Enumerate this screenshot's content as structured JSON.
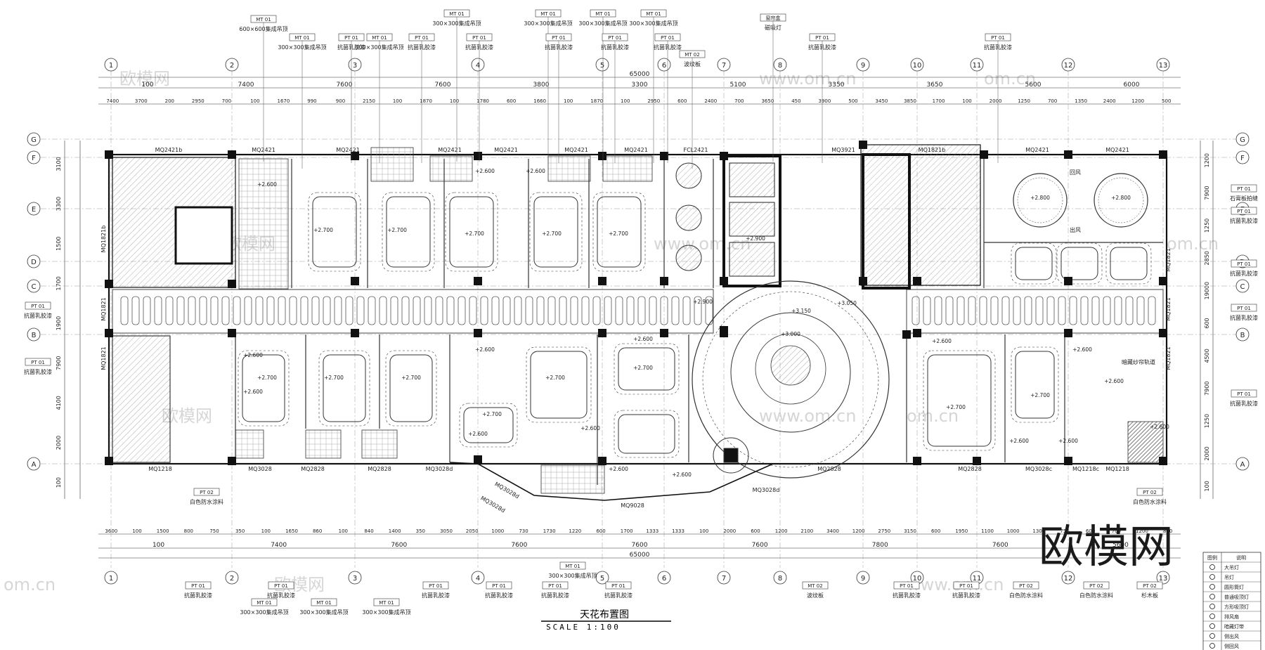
{
  "drawing": {
    "title": "天花布置图",
    "scale": "SCALE 1:100",
    "brand": "欧模网",
    "watermarks": [
      "欧模网",
      "www.om.cn",
      "om.cn"
    ]
  },
  "grid": {
    "cols": [
      "1",
      "2",
      "3",
      "4",
      "5",
      "6",
      "7",
      "8",
      "9",
      "10",
      "11",
      "12",
      "13"
    ],
    "rows": [
      "G",
      "F",
      "E",
      "D",
      "C",
      "B",
      "A"
    ]
  },
  "dims": {
    "total": "65000",
    "top_row1": [
      "100",
      "7400",
      "7600",
      "7600",
      "3800",
      "3300",
      "5100",
      "3350",
      "3650",
      "5600",
      "6000"
    ],
    "top_row2": [
      "7400",
      "3700",
      "200",
      "2950",
      "700",
      "100",
      "1670",
      "990",
      "900",
      "2150",
      "100",
      "1870",
      "100",
      "1780",
      "600",
      "1660",
      "100",
      "1870",
      "100",
      "2950",
      "600",
      "2400",
      "700",
      "3650",
      "450",
      "3900",
      "500",
      "3450",
      "3850",
      "1700",
      "100",
      "2000",
      "1250",
      "700",
      "1350",
      "2400",
      "1200",
      "500"
    ],
    "bottom_row1": [
      "3600",
      "100",
      "1500",
      "800",
      "750",
      "350",
      "100",
      "1650",
      "860",
      "100",
      "840",
      "1400",
      "350",
      "3050",
      "2050",
      "1000",
      "730",
      "1730",
      "1220",
      "600",
      "1700",
      "1333",
      "1333",
      "100",
      "2000",
      "600",
      "1200",
      "2100",
      "3400",
      "1200",
      "2750",
      "3150",
      "600",
      "1950",
      "1100",
      "1000",
      "1300",
      "750",
      "600",
      "700",
      "1200",
      "800"
    ],
    "bottom_row2": [
      "100",
      "7400",
      "7600",
      "7600",
      "7600",
      "7600",
      "7800",
      "7600",
      "5600"
    ],
    "left": [
      "3100",
      "3300",
      "1500",
      "1700",
      "1900",
      "7900",
      "4100",
      "2000",
      "100"
    ],
    "right": [
      "1200",
      "7900",
      "1250",
      "2850",
      "19000",
      "600",
      "4500",
      "7900",
      "1250",
      "2000",
      "100"
    ]
  },
  "rooms": {
    "top_doors": [
      "MQ2421b",
      "MQ2421",
      "MQ2421",
      "MQ2421",
      "MQ2421",
      "MQ2421",
      "MQ2421",
      "FCL2421",
      "MQ3921",
      "MQ1821b",
      "MQ2421",
      "MQ2421"
    ],
    "bottom_doors": [
      "MQ1218",
      "MQ3028",
      "MQ2828",
      "MQ2828",
      "MQ3028d",
      "MQ3028d",
      "MQ9028",
      "MQ3028d",
      "MQ3028d",
      "MQ2828",
      "MQ2828",
      "MQ3028c",
      "MQ1218c",
      "MQ1218"
    ],
    "side_doors": [
      "MQ1821b",
      "MQ1821",
      "MQ1821",
      "MQ1821",
      "MQ1821",
      "MQ1821"
    ],
    "heights": [
      "+2.600",
      "+2.700",
      "+2.800",
      "+2.900",
      "+3.000",
      "+3.050",
      "+3.150"
    ],
    "notes": [
      "回风",
      "出风",
      "暗藏纱帘轨道",
      "窗帘盒",
      "磁吸灯"
    ]
  },
  "callouts": {
    "top": [
      {
        "code": "MT 01",
        "text": "600×600集成吊顶"
      },
      {
        "code": "MT 01",
        "text": "300×300集成吊顶"
      },
      {
        "code": "PT 01",
        "text": "抗菌乳胶漆"
      },
      {
        "code": "MT 01",
        "text": "300×300集成吊顶"
      },
      {
        "code": "PT 01",
        "text": "抗菌乳胶漆"
      },
      {
        "code": "MT 01",
        "text": "300×300集成吊顶"
      },
      {
        "code": "PT 01",
        "text": "抗菌乳胶漆"
      },
      {
        "code": "MT 01",
        "text": "300×300集成吊顶"
      },
      {
        "code": "PT 01",
        "text": "抗菌乳胶漆"
      },
      {
        "code": "MT 01",
        "text": "300×300集成吊顶"
      },
      {
        "code": "PT 01",
        "text": "抗菌乳胶漆"
      },
      {
        "code": "MT 01",
        "text": "300×300集成吊顶"
      },
      {
        "code": "PT 01",
        "text": "抗菌乳胶漆"
      },
      {
        "code": "MT 02",
        "text": "波纹板"
      },
      {
        "code": "窗帘盒",
        "text": "磁吸灯"
      },
      {
        "code": "PT 01",
        "text": "抗菌乳胶漆"
      },
      {
        "code": "PT 01",
        "text": "抗菌乳胶漆"
      }
    ],
    "left": [
      {
        "code": "PT 01",
        "text": "抗菌乳胶漆"
      },
      {
        "code": "PT 01",
        "text": "抗菌乳胶漆"
      },
      {
        "code": "PT 02",
        "text": "白色防水涂料"
      }
    ],
    "right": [
      {
        "code": "PT 01",
        "text": "石膏板拍缝"
      },
      {
        "code": "PT 01",
        "text": "抗菌乳胶漆"
      },
      {
        "code": "PT 01",
        "text": "抗菌乳胶漆"
      },
      {
        "code": "PT 01",
        "text": "抗菌乳胶漆"
      },
      {
        "code": "PT 01",
        "text": "抗菌乳胶漆"
      },
      {
        "code": "PT 02",
        "text": "白色防水涂料"
      }
    ],
    "bottom": [
      {
        "code": "PT 01",
        "text": "抗菌乳胶漆"
      },
      {
        "code": "PT 01",
        "text": "抗菌乳胶漆"
      },
      {
        "code": "MT 01",
        "text": "300×300集成吊顶"
      },
      {
        "code": "MT 01",
        "text": "300×300集成吊顶"
      },
      {
        "code": "MT 01",
        "text": "300×300集成吊顶"
      },
      {
        "code": "PT 01",
        "text": "抗菌乳胶漆"
      },
      {
        "code": "PT 01",
        "text": "抗菌乳胶漆"
      },
      {
        "code": "PT 01",
        "text": "抗菌乳胶漆"
      },
      {
        "code": "MT 01",
        "text": "300×300集成吊顶"
      },
      {
        "code": "PT 01",
        "text": "抗菌乳胶漆"
      },
      {
        "code": "MT 02",
        "text": "波纹板"
      },
      {
        "code": "PT 01",
        "text": "抗菌乳胶漆"
      },
      {
        "code": "PT 01",
        "text": "抗菌乳胶漆"
      },
      {
        "code": "PT 02",
        "text": "白色防水涂料"
      },
      {
        "code": "PT 02",
        "text": "白色防水涂料"
      },
      {
        "code": "PT 02",
        "text": "杉木板"
      }
    ]
  },
  "legend": {
    "header": [
      "图例",
      "说明"
    ],
    "items": [
      "大吊灯",
      "吊灯",
      "圆形筒灯",
      "普通吸顶灯",
      "方形吸顶灯",
      "排风扇",
      "暗藏灯带",
      "侧出风",
      "侧回风"
    ]
  }
}
